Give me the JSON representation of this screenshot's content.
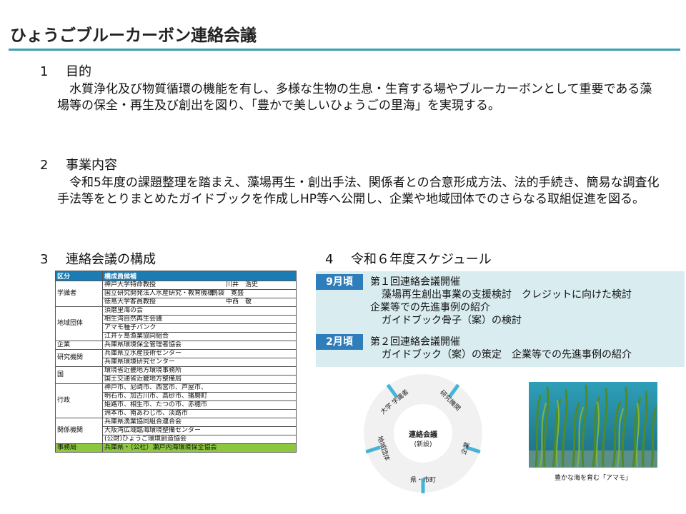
{
  "header": {
    "title": "ひょうごブルーカーボン連絡会議"
  },
  "sections": [
    {
      "num": "1",
      "heading": "目的",
      "body": "水質浄化及び物質循環の機能を有し、多様な生物の生息・生育する場やブルーカーボンとして重要である藻場等の保全・再生及び創出を図り、「豊かで美しいひょうごの里海」を実現する。"
    },
    {
      "num": "2",
      "heading": "事業内容",
      "body": "令和5年度の課題整理を踏まえ、藻場再生・創出手法、関係者との合意形成方法、法的手続き、簡易な調査化手法等をとりまとめたガイドブックを作成しHP等へ公開し、企業や地域団体でのさらなる取組促進を図る。"
    },
    {
      "num": "3",
      "heading": "連絡会議の構成"
    },
    {
      "num": "4",
      "heading": "令和６年度スケジュール"
    }
  ],
  "members_table": {
    "headers": [
      "区分",
      "構成員候補"
    ],
    "groups": [
      {
        "category": "学識者",
        "members": [
          {
            "org": "神戸大学特命教授",
            "name": "川井　浩史"
          },
          {
            "org": "国立研究開発法人水産研究・教育機構",
            "name": "鳥袋　寛盛"
          },
          {
            "org": "徳島大学客員教授",
            "name": "中西　敬"
          }
        ]
      },
      {
        "category": "地域団体",
        "members": [
          {
            "org": "須磨里海の会",
            "name": ""
          },
          {
            "org": "相生湾自然再生会議",
            "name": ""
          },
          {
            "org": "アマモ種子バンク",
            "name": ""
          },
          {
            "org": "江井ヶ島漁業協同組合",
            "name": ""
          }
        ]
      },
      {
        "category": "企業",
        "members": [
          {
            "org": "兵庫県環境保全管理者協会",
            "name": ""
          }
        ]
      },
      {
        "category": "研究機関",
        "members": [
          {
            "org": "兵庫県立水産技術センター",
            "name": ""
          },
          {
            "org": "兵庫県環境研究センター",
            "name": ""
          }
        ]
      },
      {
        "category": "国",
        "members": [
          {
            "org": "環境省近畿地方環境事務所",
            "name": ""
          },
          {
            "org": "国土交通省近畿地方整備局",
            "name": ""
          }
        ]
      },
      {
        "category": "行政",
        "members": [
          {
            "org": "神戸市、尼崎市、西宮市、芦屋市、",
            "name": ""
          },
          {
            "org": "明石市、加古川市、高砂市、播磨町",
            "name": ""
          },
          {
            "org": "姫路市、相生市、たつの市、赤穂市",
            "name": ""
          },
          {
            "org": "洲本市、南あわじ市、淡路市",
            "name": ""
          }
        ]
      },
      {
        "category": "関係機関",
        "members": [
          {
            "org": "兵庫県漁業協同組合連合会",
            "name": ""
          },
          {
            "org": "大阪湾広域臨海環境整備センター",
            "name": ""
          },
          {
            "org": "(公財)ひょうご環境創造協会",
            "name": ""
          }
        ]
      },
      {
        "category": "事務局",
        "highlight": true,
        "members": [
          {
            "org": "兵庫県・（公社）瀬戸内海環境保全協会",
            "name": ""
          }
        ]
      }
    ]
  },
  "schedule": [
    {
      "month": "9月頃",
      "lines": [
        {
          "text": "第１回連絡会議開催",
          "indent": false
        },
        {
          "text": "藻場再生創出事業の支援検討　クレジットに向けた検討",
          "indent": true
        },
        {
          "text": "企業等での先進事例の紹介",
          "indent": false
        },
        {
          "text": "ガイドブック骨子（案）の検討",
          "indent": true
        }
      ]
    },
    {
      "month": "2月頃",
      "lines": [
        {
          "text": "第２回連絡会議開催",
          "indent": false
        },
        {
          "text": "ガイドブック（案）の策定　企業等での先進事例の紹介",
          "indent": true
        }
      ]
    }
  ],
  "diagram": {
    "center_title": "連絡会議",
    "center_sub": "(新設)",
    "segments": [
      "研究機関",
      "企業",
      "県・市町",
      "地域団体",
      "大学 学識者"
    ],
    "ring_color": "#f1f1f1",
    "accent_color": "#46b4d8"
  },
  "photo": {
    "caption": "豊かな海を育む「アマモ」"
  },
  "colors": {
    "title_rule": "#3a9fb6",
    "table_header": "#1b7bb3",
    "highlight_row": "#8dc63f",
    "schedule_bg": "#d9ecef",
    "month_badge": "#2f7ebc"
  }
}
